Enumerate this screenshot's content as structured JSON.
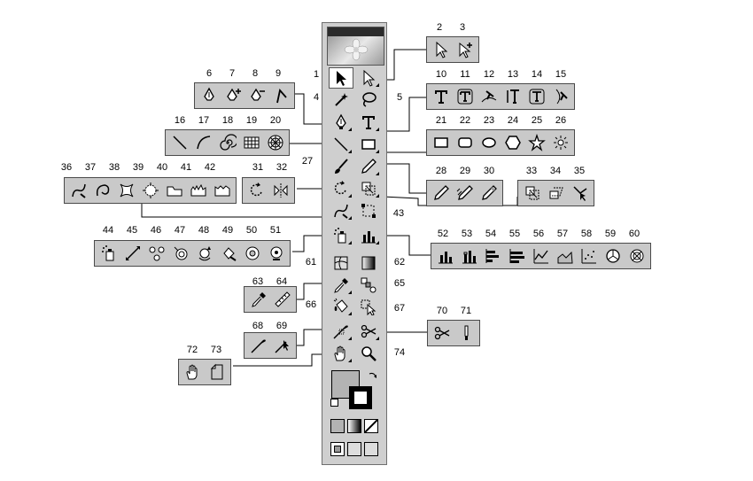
{
  "toolbox": {
    "title": "",
    "tools": [
      {
        "id": "t1",
        "icon": "selection-arrow-icon"
      },
      {
        "id": "t2",
        "icon": "direct-selection-icon"
      },
      {
        "id": "t3",
        "icon": "magic-wand-icon"
      },
      {
        "id": "t4",
        "icon": "lasso-icon"
      },
      {
        "id": "t5",
        "icon": "pen-icon"
      },
      {
        "id": "t6",
        "icon": "type-icon"
      },
      {
        "id": "t7",
        "icon": "line-segment-icon"
      },
      {
        "id": "t8",
        "icon": "rectangle-icon"
      },
      {
        "id": "t9",
        "icon": "paintbrush-icon"
      },
      {
        "id": "t10",
        "icon": "pencil-icon"
      },
      {
        "id": "t11",
        "icon": "rotate-icon"
      },
      {
        "id": "t12",
        "icon": "scale-icon"
      },
      {
        "id": "t13",
        "icon": "warp-icon"
      },
      {
        "id": "t14",
        "icon": "free-transform-icon"
      },
      {
        "id": "t15",
        "icon": "symbol-sprayer-icon"
      },
      {
        "id": "t16",
        "icon": "column-graph-icon"
      },
      {
        "id": "t17",
        "icon": "mesh-icon"
      },
      {
        "id": "t18",
        "icon": "gradient-icon"
      },
      {
        "id": "t19",
        "icon": "eyedropper-icon"
      },
      {
        "id": "t20",
        "icon": "blend-icon"
      },
      {
        "id": "t21",
        "icon": "live-paint-bucket-icon"
      },
      {
        "id": "t22",
        "icon": "live-paint-selection-icon"
      },
      {
        "id": "t23",
        "icon": "slice-icon"
      },
      {
        "id": "t24",
        "icon": "scissors-icon"
      },
      {
        "id": "t25",
        "icon": "hand-icon"
      },
      {
        "id": "t26",
        "icon": "zoom-icon"
      }
    ]
  },
  "labels": {
    "n1": "1",
    "n2": "2",
    "n3": "3",
    "n4": "4",
    "n5": "5",
    "n6": "6",
    "n7": "7",
    "n8": "8",
    "n9": "9",
    "n10": "10",
    "n11": "11",
    "n12": "12",
    "n13": "13",
    "n14": "14",
    "n15": "15",
    "n16": "16",
    "n17": "17",
    "n18": "18",
    "n19": "19",
    "n20": "20",
    "n21": "21",
    "n22": "22",
    "n23": "23",
    "n24": "24",
    "n25": "25",
    "n26": "26",
    "n27": "27",
    "n28": "28",
    "n29": "29",
    "n30": "30",
    "n31": "31",
    "n32": "32",
    "n33": "33",
    "n34": "34",
    "n35": "35",
    "n36": "36",
    "n37": "37",
    "n38": "38",
    "n39": "39",
    "n40": "40",
    "n41": "41",
    "n42": "42",
    "n43": "43",
    "n44": "44",
    "n45": "45",
    "n46": "46",
    "n47": "47",
    "n48": "48",
    "n49": "49",
    "n50": "50",
    "n51": "51",
    "n52": "52",
    "n53": "53",
    "n54": "54",
    "n55": "55",
    "n56": "56",
    "n57": "57",
    "n58": "58",
    "n59": "59",
    "n60": "60",
    "n61": "61",
    "n62": "62",
    "n63": "63",
    "n64": "64",
    "n65": "65",
    "n66": "66",
    "n67": "67",
    "n68": "68",
    "n69": "69",
    "n70": "70",
    "n71": "71",
    "n72": "72",
    "n73": "73",
    "n74": "74"
  },
  "panels": [
    {
      "id": "p-2-3",
      "icons": [
        "direct-selection-icon",
        "group-selection-icon"
      ]
    },
    {
      "id": "p-6-9",
      "icons": [
        "pen-icon",
        "add-anchor-icon",
        "delete-anchor-icon",
        "convert-anchor-icon"
      ]
    },
    {
      "id": "p-10-15",
      "icons": [
        "type-icon",
        "area-type-icon",
        "type-on-path-icon",
        "vertical-type-icon",
        "vertical-area-type-icon",
        "vertical-type-on-path-icon"
      ]
    },
    {
      "id": "p-16-20",
      "icons": [
        "line-segment-icon",
        "arc-icon",
        "spiral-icon",
        "rectangular-grid-icon",
        "polar-grid-icon"
      ]
    },
    {
      "id": "p-21-26",
      "icons": [
        "rectangle-icon",
        "rounded-rectangle-icon",
        "ellipse-icon",
        "polygon-icon",
        "star-icon",
        "flare-icon"
      ]
    },
    {
      "id": "p-28-30",
      "icons": [
        "pencil-icon",
        "smooth-icon",
        "path-eraser-icon"
      ]
    },
    {
      "id": "p-31-32",
      "icons": [
        "rotate-icon",
        "reflect-icon"
      ]
    },
    {
      "id": "p-33-35",
      "icons": [
        "scale-icon",
        "shear-icon",
        "reshape-icon"
      ]
    },
    {
      "id": "p-36-42",
      "icons": [
        "warp-icon",
        "twirl-icon",
        "pucker-icon",
        "bloat-icon",
        "scallop-icon",
        "crystallize-icon",
        "wrinkle-icon"
      ]
    },
    {
      "id": "p-44-51",
      "icons": [
        "symbol-sprayer-icon",
        "symbol-shifter-icon",
        "symbol-scruncher-icon",
        "symbol-sizer-icon",
        "symbol-spinner-icon",
        "symbol-stainer-icon",
        "symbol-screener-icon",
        "symbol-styler-icon"
      ]
    },
    {
      "id": "p-52-60",
      "icons": [
        "column-graph-icon",
        "stacked-column-graph-icon",
        "bar-graph-icon",
        "stacked-bar-graph-icon",
        "line-graph-icon",
        "area-graph-icon",
        "scatter-graph-icon",
        "pie-graph-icon",
        "radar-graph-icon"
      ]
    },
    {
      "id": "p-63-64",
      "icons": [
        "eyedropper-icon",
        "measure-icon"
      ]
    },
    {
      "id": "p-68-69",
      "icons": [
        "slice-icon",
        "slice-selection-icon"
      ]
    },
    {
      "id": "p-70-71",
      "icons": [
        "scissors-icon",
        "knife-icon"
      ]
    },
    {
      "id": "p-72-73",
      "icons": [
        "hand-icon",
        "print-tiling-icon"
      ]
    }
  ],
  "swatches": {
    "fill": "#b3b3b3",
    "stroke": "#000000"
  }
}
